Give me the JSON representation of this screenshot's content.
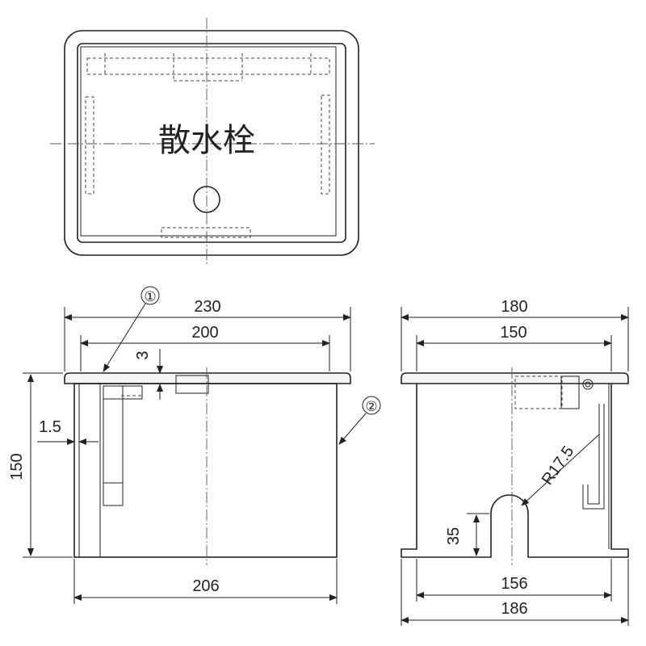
{
  "plan": {
    "label": "散水栓"
  },
  "callouts": {
    "part1": "①",
    "part2": "②"
  },
  "front": {
    "dim_overall_width": "230",
    "dim_inner_width": "200",
    "dim_lid_thickness": "3",
    "dim_height": "150",
    "dim_wall": "1.5",
    "dim_body_width": "206"
  },
  "side": {
    "dim_overall_width": "180",
    "dim_inner_width": "150",
    "dim_radius": "R17.5",
    "dim_notch_height": "35",
    "dim_body_width": "156",
    "dim_flange_width": "186"
  }
}
